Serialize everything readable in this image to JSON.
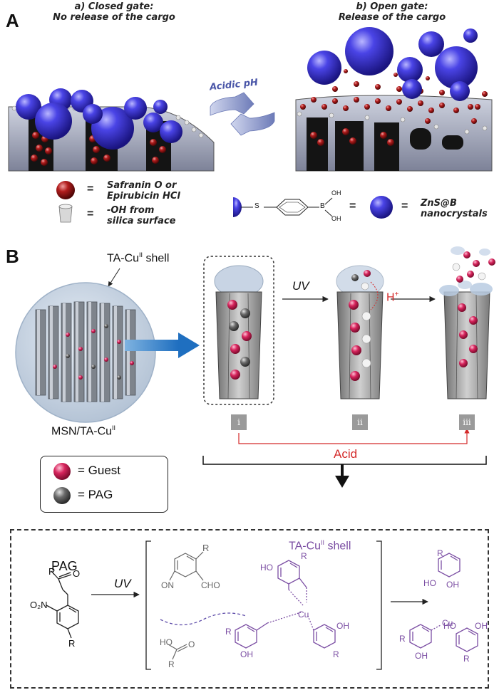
{
  "panel_a": {
    "letter": "A",
    "closed_title": "a) Closed gate:",
    "closed_subtitle": "No release of the cargo",
    "open_title": "b)  Open gate:",
    "open_subtitle": "Release of the cargo",
    "switch_label": "Acidic pH",
    "legend": {
      "cargo_eq": "=",
      "cargo_line1": "Safranin O or",
      "cargo_line2": "Epirubicin HCl",
      "oh_eq": "=",
      "oh_line1": "-OH from",
      "oh_line2": "silica surface",
      "linker_s": "S",
      "linker_b": "B",
      "linker_oh_top": "OH",
      "linker_oh_bottom": "OH",
      "linker_eq": "=",
      "nano_eq": "=",
      "nano_line1": "ZnS@B",
      "nano_line2": "nanocrystals"
    }
  },
  "panel_b": {
    "letter": "B",
    "shell_label": "TA-Cu",
    "shell_sup": "II",
    "shell_suffix": " shell",
    "msn_label": "MSN/TA-Cu",
    "msn_sup": "II",
    "uv_label": "UV",
    "h_plus": "H",
    "h_plus_sup": "+",
    "stage_i": "i",
    "stage_ii": "ii",
    "stage_iii": "iii",
    "acid_label": "Acid",
    "legend_guest": "= Guest",
    "legend_pag": "= PAG",
    "colors": {
      "guest": "#d6245c",
      "pag": "#6b6b6b",
      "acid": "#d42a2a",
      "shell_text": "#7b4ea3",
      "nano": "#2a24c8",
      "cargo": "#9b1b1b"
    }
  },
  "chem": {
    "pag_label": "PAG",
    "uv_label": "UV",
    "shell_label": "TA-Cu",
    "shell_sup": "II",
    "shell_suffix": " shell",
    "r": "R",
    "o": "O",
    "o2n": "O₂N",
    "on": "ON",
    "cho": "CHO",
    "ho": "HO",
    "oh": "OH",
    "cu": "Cu"
  }
}
